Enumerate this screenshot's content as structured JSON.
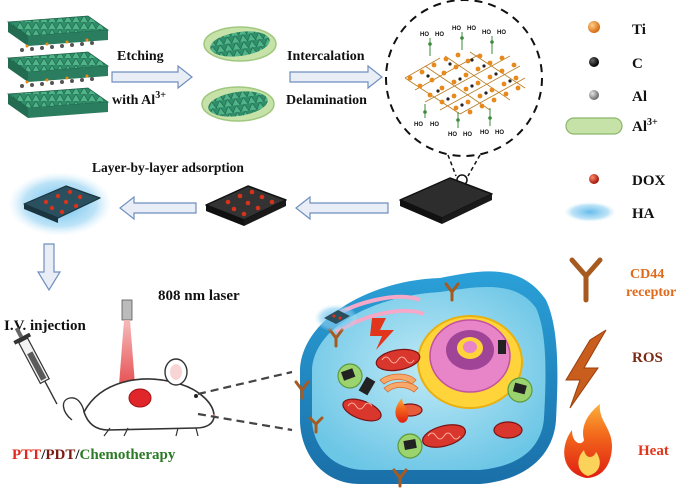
{
  "colors": {
    "ti": "#e8891c",
    "c": "#111111",
    "al": "#8c8c8c",
    "al3_particle": "#b5d98f",
    "dox": "#c0281a",
    "ha": "#7fcbef",
    "cd44": "#a65a1f",
    "ros": "#c85d1d",
    "heat": "#e2361c",
    "arrow_fill": "#e9edf6",
    "arrow_stroke": "#6f8fbf",
    "mxene_green": "#2e8b57",
    "label_ptt": "#e0281c",
    "label_pdt": "#7a1c12",
    "label_chemo": "#2b7a26",
    "legend_orange_text": "#e06a1c",
    "legend_brown_text": "#7a2a12"
  },
  "steps": {
    "etching_line1": "Etching",
    "etching_line2": "with Al",
    "etching_sup": "3+",
    "intercalation": "Intercalation",
    "delamination": "Delamination",
    "layer_by_layer": "Layer-by-layer adsorption",
    "laser": "808 nm laser",
    "iv_injection": "I.V. injection"
  },
  "surface_groups": {
    "ho": "HO",
    "ho_s": "HO"
  },
  "therapy": {
    "ptt": "PTT",
    "sep1": "/",
    "pdt": "PDT",
    "sep2": "/",
    "chemo": "Chemotherapy"
  },
  "legend": {
    "ti": "Ti",
    "c": "C",
    "al": "Al",
    "al3_base": "Al",
    "al3_sup": "3+",
    "dox": "DOX",
    "ha": "HA",
    "cd44_line1": "CD44",
    "cd44_line2": "receptor",
    "ros": "ROS",
    "heat": "Heat"
  },
  "icons": [
    "ti-atom-icon",
    "c-atom-icon",
    "al-atom-icon",
    "al3-particle-icon",
    "dox-icon",
    "ha-icon",
    "cd44-receptor-icon",
    "ros-bolt-icon",
    "heat-flame-icon",
    "mouse-icon",
    "syringe-icon",
    "laser-beam-icon",
    "cancer-cell-icon",
    "mxene-sheet-icon"
  ]
}
